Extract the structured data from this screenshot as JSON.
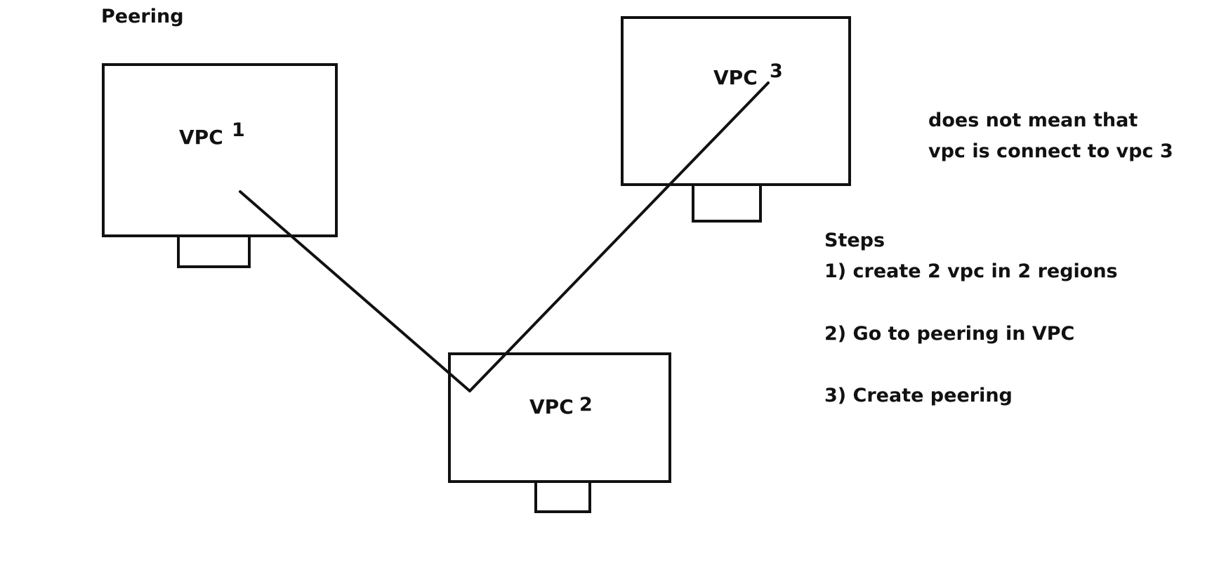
{
  "title": "Peering",
  "vpcs": [
    {
      "label": "VPC",
      "number": "1"
    },
    {
      "label": "VPC",
      "number": "2"
    },
    {
      "label": "VPC",
      "number": "3"
    }
  ],
  "note": {
    "line1": "does not mean that",
    "line2": "vpc is connect to vpc 3"
  },
  "steps": {
    "heading": "Steps",
    "items": [
      "1) create 2 vpc in 2 regions",
      "2) Go to peering in VPC",
      "3) Create peering"
    ]
  },
  "colors": {
    "stroke": "#111111",
    "background": "#ffffff"
  }
}
